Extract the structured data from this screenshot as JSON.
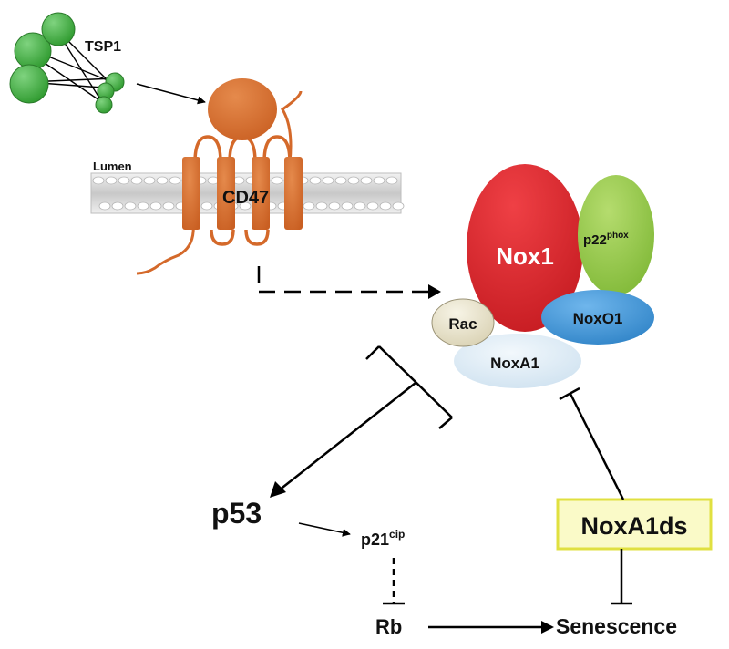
{
  "labels": {
    "tsp1": "TSP1",
    "lumen": "Lumen",
    "cd47": "CD47",
    "nox1": "Nox1",
    "p22_base": "p22",
    "p22_sup": "phox",
    "rac": "Rac",
    "noxo1": "NoxO1",
    "noxa1": "NoxA1",
    "p53": "p53",
    "p21_base": "p21",
    "p21_sup": "cip",
    "rb": "Rb",
    "noxa1ds": "NoxA1ds",
    "senescence": "Senescence"
  },
  "colors": {
    "tsp1_green": "#3aa83a",
    "cd47_orange": "#d4692a",
    "nox1_red": "#d62428",
    "p22_green": "#8ec63f",
    "rac_beige": "#e8e2c8",
    "noxo1_blue": "#3a93d8",
    "noxa1_lightblue": "#dcebf5",
    "membrane_gray": "#d0d0d0",
    "noxa1ds_fill": "#fafac8",
    "noxa1ds_border": "#e0e040"
  }
}
